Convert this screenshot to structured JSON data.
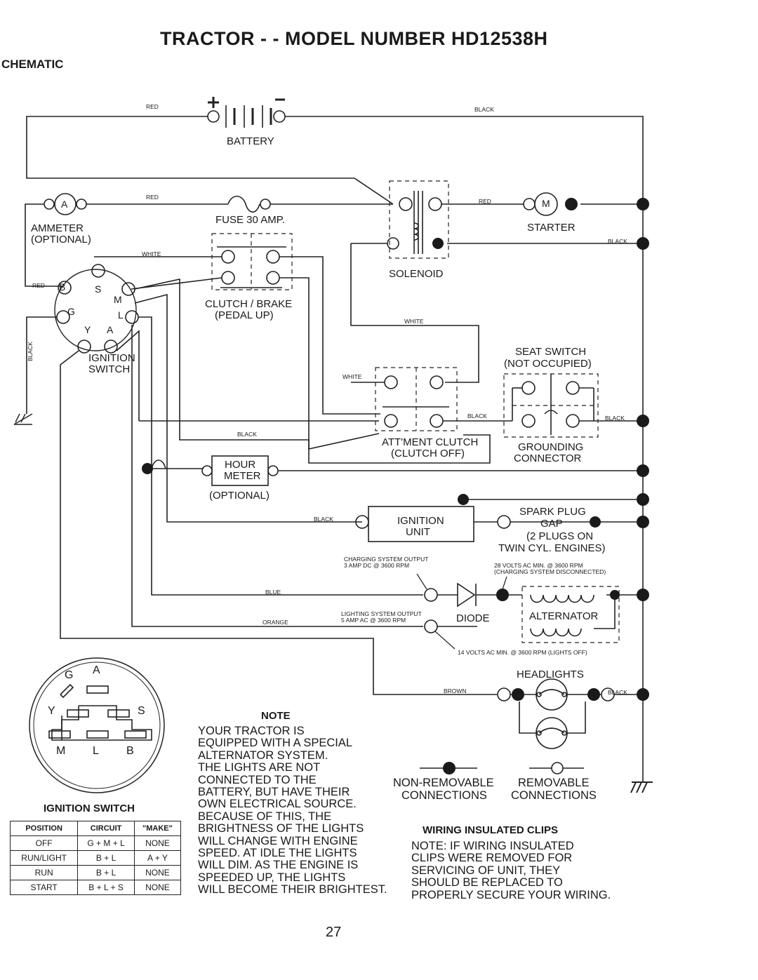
{
  "header": {
    "title": "TRACTOR - - MODEL NUMBER HD12538H",
    "subtitle": "CHEMATIC"
  },
  "components": {
    "battery": "BATTERY",
    "ammeter": "AMMETER",
    "ammeter_optional": "(OPTIONAL)",
    "fuse": "FUSE 30 AMP.",
    "clutch_brake": "CLUTCH / BRAKE",
    "pedal_up": "(PEDAL UP)",
    "solenoid": "SOLENOID",
    "starter": "STARTER",
    "starter_m": "M",
    "ammeter_a": "A",
    "seat_switch": "SEAT SWITCH",
    "not_occupied": "(NOT OCCUPIED)",
    "attment_clutch": "ATT'MENT CLUTCH",
    "clutch_off": "(CLUTCH OFF)",
    "grounding": "GROUNDING",
    "connector": "CONNECTOR",
    "ignition_switch_1": "IGNITION",
    "ignition_switch_2": "SWITCH",
    "hour_meter_1": "HOUR",
    "hour_meter_2": "METER",
    "hour_optional": "(OPTIONAL)",
    "ignition_unit_1": "IGNITION",
    "ignition_unit_2": "UNIT",
    "spark_plug_1": "SPARK PLUG",
    "spark_plug_2": "GAP",
    "spark_plug_3": "(2 PLUGS ON",
    "spark_plug_4": "TWIN CYL. ENGINES)",
    "diode": "DIODE",
    "alternator": "ALTERNATOR",
    "headlights": "HEADLIGHTS",
    "terminals": {
      "b": "B",
      "s": "S",
      "m": "M",
      "g": "G",
      "l": "L",
      "y": "Y",
      "a": "A"
    }
  },
  "wire_labels": {
    "red_battery": "RED",
    "black_battery": "BLACK",
    "red_ammeter": "RED",
    "red_starter": "RED",
    "black_starter": "BLACK",
    "white_clutch": "WHITE",
    "red_ign": "RED",
    "black_ground": "BLACK",
    "white_solenoid": "WHITE",
    "white_att": "WHITE",
    "black_att": "BLACK",
    "black_seat": "BLACK",
    "black_hour": "BLACK",
    "black_ign_unit": "BLACK",
    "blue": "BLUE",
    "orange": "ORANGE",
    "brown": "BROWN",
    "black_headlight": "BLACK"
  },
  "annotations": {
    "charging_1": "CHARGING SYSTEM OUTPUT",
    "charging_2": "3 AMP DC @ 3600 RPM",
    "volts28_1": "28 VOLTS AC MIN. @ 3600 RPM",
    "volts28_2": "(CHARGING SYSTEM DISCONNECTED)",
    "lighting_1": "LIGHTING SYSTEM OUTPUT",
    "lighting_2": "5 AMP AC @ 3600 RPM",
    "volts14": "14 VOLTS AC MIN. @ 3600 RPM (LIGHTS OFF)"
  },
  "ignition_switch_diagram": {
    "title": "IGNITION SWITCH",
    "letters": {
      "g": "G",
      "a": "A",
      "y": "Y",
      "s": "S",
      "m": "M",
      "l": "L",
      "b": "B"
    },
    "table": {
      "headers": [
        "POSITION",
        "CIRCUIT",
        "\"MAKE\""
      ],
      "rows": [
        [
          "OFF",
          "G + M + L",
          "NONE"
        ],
        [
          "RUN/LIGHT",
          "B + L",
          "A + Y"
        ],
        [
          "RUN",
          "B + L",
          "NONE"
        ],
        [
          "START",
          "B + L + S",
          "NONE"
        ]
      ]
    }
  },
  "note": {
    "title": "NOTE",
    "lines": [
      "YOUR TRACTOR IS",
      "EQUIPPED WITH A SPECIAL",
      "ALTERNATOR SYSTEM.",
      "THE LIGHTS ARE NOT",
      "CONNECTED TO THE",
      "BATTERY, BUT HAVE THEIR",
      "OWN ELECTRICAL SOURCE.",
      "BECAUSE OF THIS, THE",
      "BRIGHTNESS OF THE LIGHTS",
      "WILL CHANGE WITH ENGINE",
      "SPEED.  AT IDLE THE LIGHTS",
      "WILL DIM.  AS THE ENGINE IS",
      "SPEEDED UP, THE LIGHTS",
      "WILL BECOME THEIR BRIGHTEST."
    ]
  },
  "legend": {
    "non_removable_1": "NON-REMOVABLE",
    "non_removable_2": "CONNECTIONS",
    "removable_1": "REMOVABLE",
    "removable_2": "CONNECTIONS"
  },
  "clips": {
    "title": "WIRING INSULATED CLIPS",
    "lines": [
      "NOTE: IF WIRING INSULATED",
      "CLIPS WERE REMOVED FOR",
      "SERVICING OF UNIT, THEY",
      "SHOULD BE REPLACED TO",
      "PROPERLY SECURE YOUR WIRING."
    ]
  },
  "page_number": "27"
}
